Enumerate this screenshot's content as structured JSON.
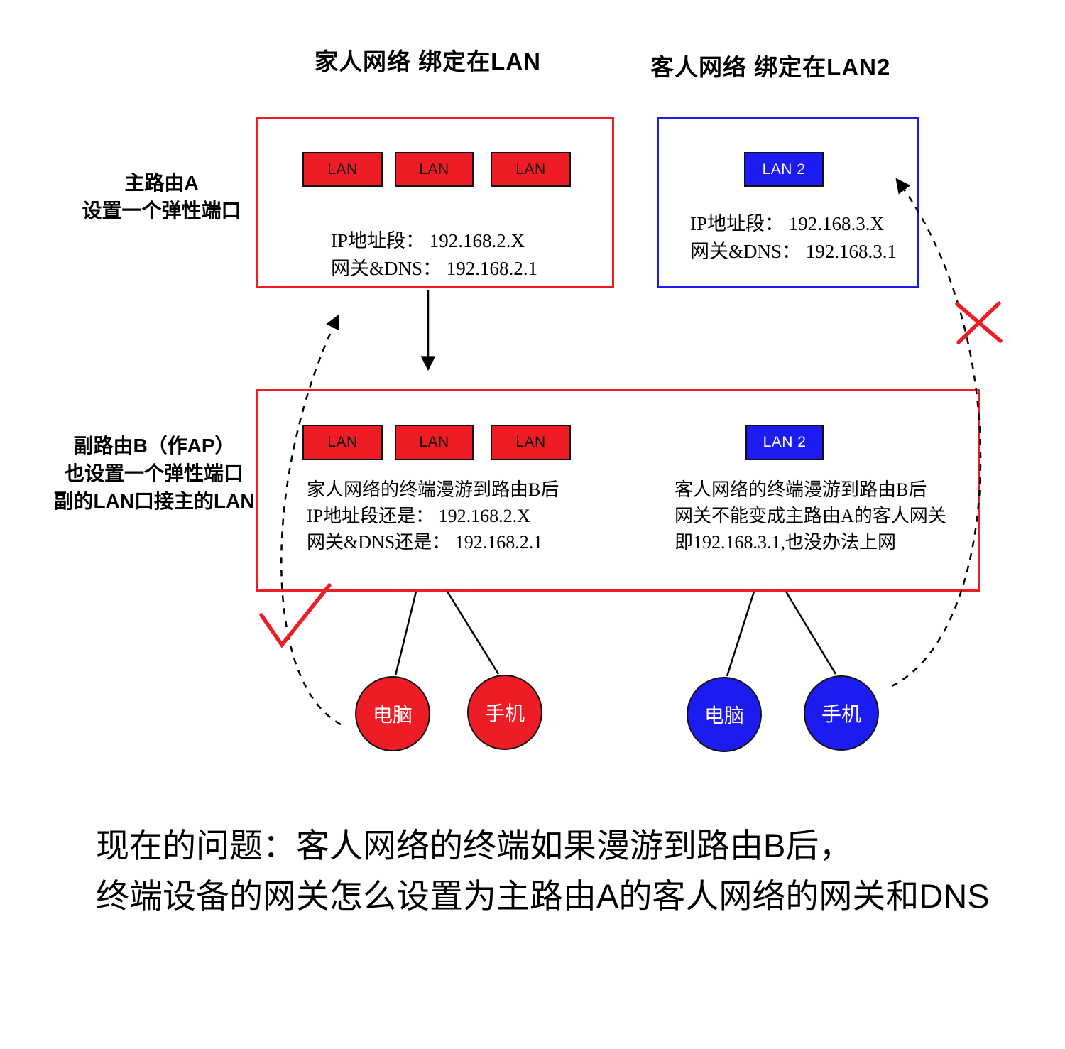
{
  "colors": {
    "red": "#ee1c25",
    "blue": "#1c1cf0",
    "ink": "#000000"
  },
  "headers": {
    "family": "家人网络 绑定在LAN",
    "guest": "客人网络 绑定在LAN2"
  },
  "router_a": {
    "label": [
      "主路由A",
      "设置一个弹性端口"
    ],
    "ports": [
      "LAN",
      "LAN",
      "LAN"
    ],
    "ip": "IP地址段： 192.168.2.X",
    "gateway": "网关&DNS： 192.168.2.1"
  },
  "guest_network": {
    "port": "LAN 2",
    "ip": "IP地址段： 192.168.3.X",
    "gateway": "网关&DNS： 192.168.3.1"
  },
  "router_b": {
    "label": [
      "副路由B（作AP）",
      "也设置一个弹性端口",
      "副的LAN口接主的LAN"
    ],
    "ports": [
      "LAN",
      "LAN",
      "LAN"
    ],
    "port_lan2": "LAN 2",
    "family_note": [
      "家人网络的终端漫游到路由B后",
      "IP地址段还是： 192.168.2.X",
      "网关&DNS还是： 192.168.2.1"
    ],
    "guest_note": [
      "客人网络的终端漫游到路由B后",
      "网关不能变成主路由A的客人网关",
      "即192.168.3.1,也没办法上网"
    ]
  },
  "devices": {
    "family": [
      "电脑",
      "手机"
    ],
    "guest": [
      "电脑",
      "手机"
    ]
  },
  "icons": {
    "check": "check-mark",
    "cross": "x-mark",
    "down_arrow": "arrow-down",
    "dashed_left_arrow": "dashed-curved-arrow-to-router-a",
    "dashed_right_arrow": "dashed-curved-arrow-to-guest-network"
  },
  "problem": {
    "line1": "现在的问题：客人网络的终端如果漫游到路由B后，",
    "line2": "终端设备的网关怎么设置为主路由A的客人网络的网关和DNS"
  }
}
